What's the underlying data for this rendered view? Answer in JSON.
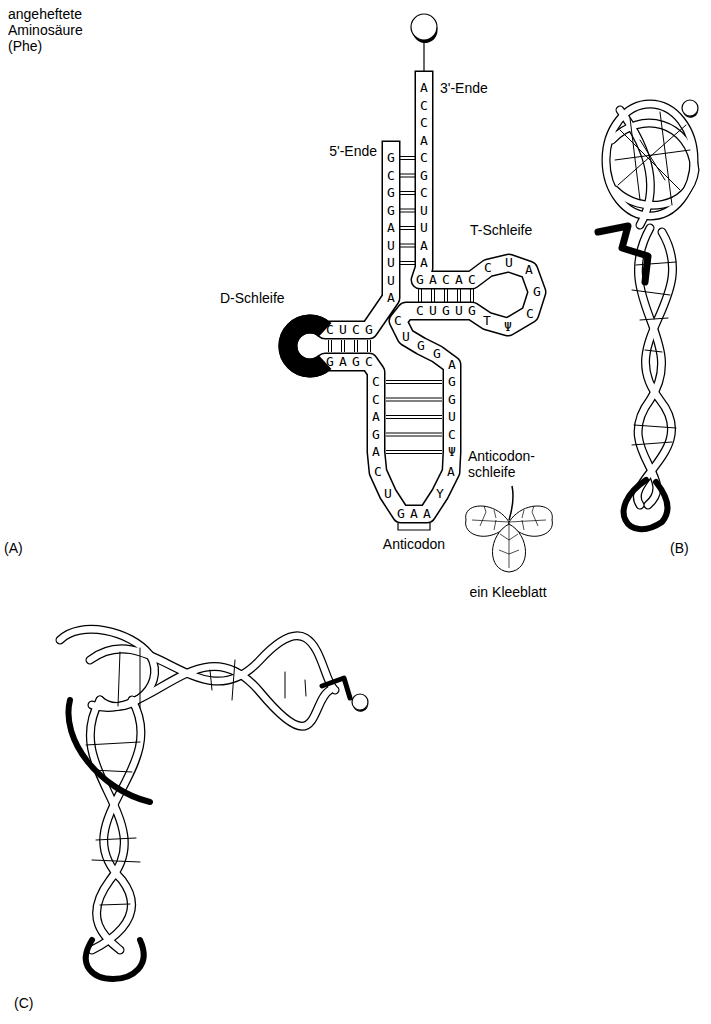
{
  "diagram": {
    "labels": [
      "angeheftete Aminosäure (Phe)",
      "3'-Ende",
      "5'-Ende",
      "T-Schleife",
      "D-Schleife",
      "Anticodon- schleife",
      "Anticodon",
      "ein Kleeblatt",
      "(A)",
      "(B)",
      "(C)",
      "ACCACGCUUAA",
      "GCGGAUUUA",
      "CUCG",
      "GAGC",
      "CCAGA",
      "C",
      "U",
      "GAA",
      "Y",
      "A",
      "GGUCΨ",
      "A",
      "G",
      "G",
      "U",
      "C",
      "CUGUG",
      "T",
      "Ψ",
      "C",
      "G",
      "A",
      "U",
      "C",
      "GACAC"
    ]
  }
}
